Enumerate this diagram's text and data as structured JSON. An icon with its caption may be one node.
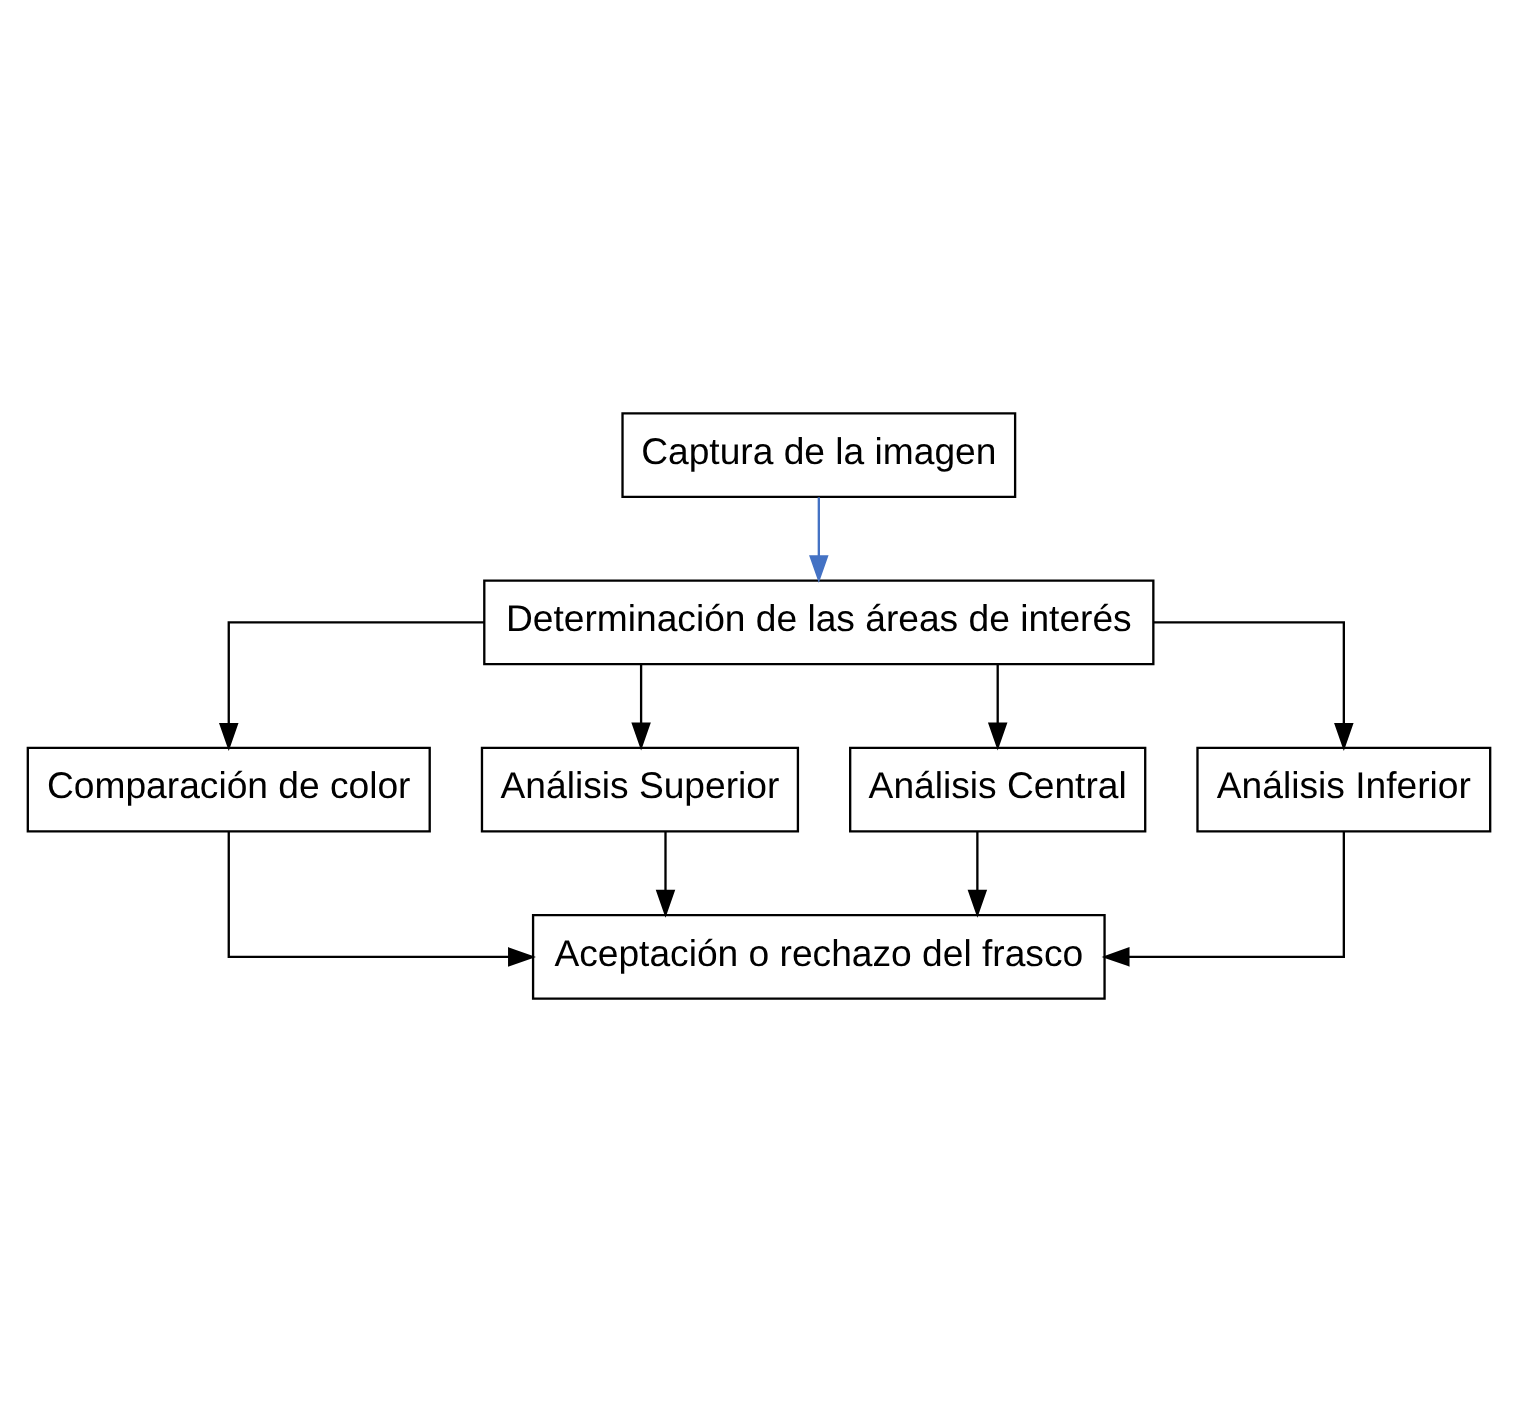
{
  "diagram": {
    "nodes": [
      {
        "text": [
          "Captura de la imagen"
        ]
      },
      {
        "text": [
          "Determinación de las áreas de interés"
        ]
      },
      {
        "text": [
          "Comparación de color"
        ]
      },
      {
        "text": [
          "Análisis Superior"
        ]
      },
      {
        "text": [
          "Análisis Central"
        ]
      },
      {
        "text": [
          "Análisis Inferior"
        ]
      },
      {
        "text": [
          "Aceptación o rechazo del frasco"
        ]
      }
    ],
    "edges": [
      {
        "from": 0,
        "to": 1,
        "arrow": "to",
        "color": "#4472c4"
      },
      {
        "from": 1,
        "to": 2,
        "arrow": "to"
      },
      {
        "from": 1,
        "to": 3,
        "arrow": "to"
      },
      {
        "from": 1,
        "to": 4,
        "arrow": "to"
      },
      {
        "from": 1,
        "to": 5,
        "arrow": "to"
      },
      {
        "from": 2,
        "to": 6,
        "arrow": "to"
      },
      {
        "from": 3,
        "to": 6,
        "arrow": "to"
      },
      {
        "from": 4,
        "to": 6,
        "arrow": "to"
      },
      {
        "from": 5,
        "to": 6,
        "arrow": "to"
      }
    ]
  }
}
